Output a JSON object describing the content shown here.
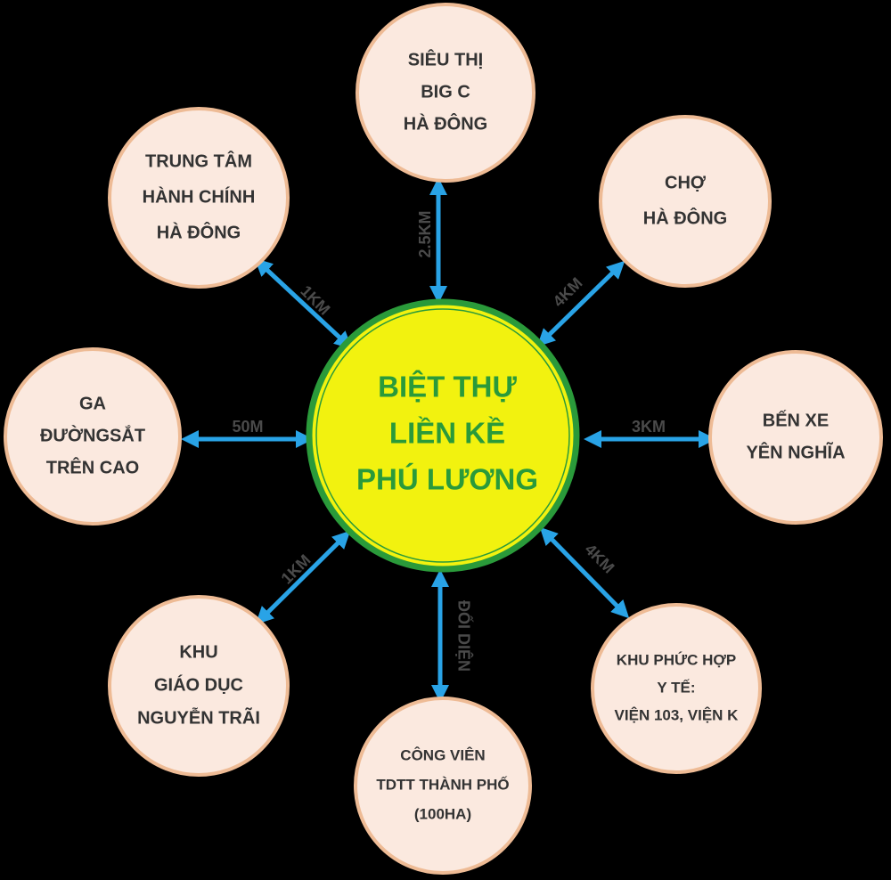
{
  "center": {
    "lines": [
      "BIỆT THỰ",
      "LIỀN KỀ",
      "PHÚ LƯƠNG"
    ]
  },
  "locations": [
    {
      "id": "sieu-thi",
      "lines": [
        "SIÊU THỊ",
        "BIG C",
        "HÀ ĐÔNG"
      ],
      "distance": "2.5KM"
    },
    {
      "id": "cho",
      "lines": [
        "CHỢ",
        "HÀ ĐÔNG"
      ],
      "distance": "4KM"
    },
    {
      "id": "ben-xe",
      "lines": [
        "BẾN XE",
        "YÊN NGHĨA"
      ],
      "distance": "3KM"
    },
    {
      "id": "khu-phuc-hop",
      "lines": [
        "KHU PHỨC HỢP",
        "Y TẾ:",
        "VIỆN 103, VIỆN K"
      ],
      "distance": "4KM"
    },
    {
      "id": "cong-vien",
      "lines": [
        "CÔNG VIÊN",
        "TDTT THÀNH PHỐ",
        "(100HA)"
      ],
      "distance": "ĐỐI DIỆN"
    },
    {
      "id": "khu-giao-duc",
      "lines": [
        "KHU",
        "GIÁO DỤC",
        "NGUYỄN TRÃI"
      ],
      "distance": "1KM"
    },
    {
      "id": "ga-duong-sat",
      "lines": [
        "GA",
        "ĐƯỜNGSẮT",
        "TRÊN CAO"
      ],
      "distance": "50M"
    },
    {
      "id": "trung-tam",
      "lines": [
        "TRUNG TÂM",
        "HÀNH CHÍNH",
        "HÀ ĐÔNG"
      ],
      "distance": "1KM"
    }
  ],
  "colors": {
    "background": "#000000",
    "center_fill": "#f2f20f",
    "center_ring": "#2a9a3a",
    "center_text": "#2a9a3a",
    "node_fill": "#fbe9df",
    "node_border": "#eebb95",
    "node_text": "#333333",
    "arrow": "#29a3e6",
    "distance_text": "#4a4a4a"
  }
}
